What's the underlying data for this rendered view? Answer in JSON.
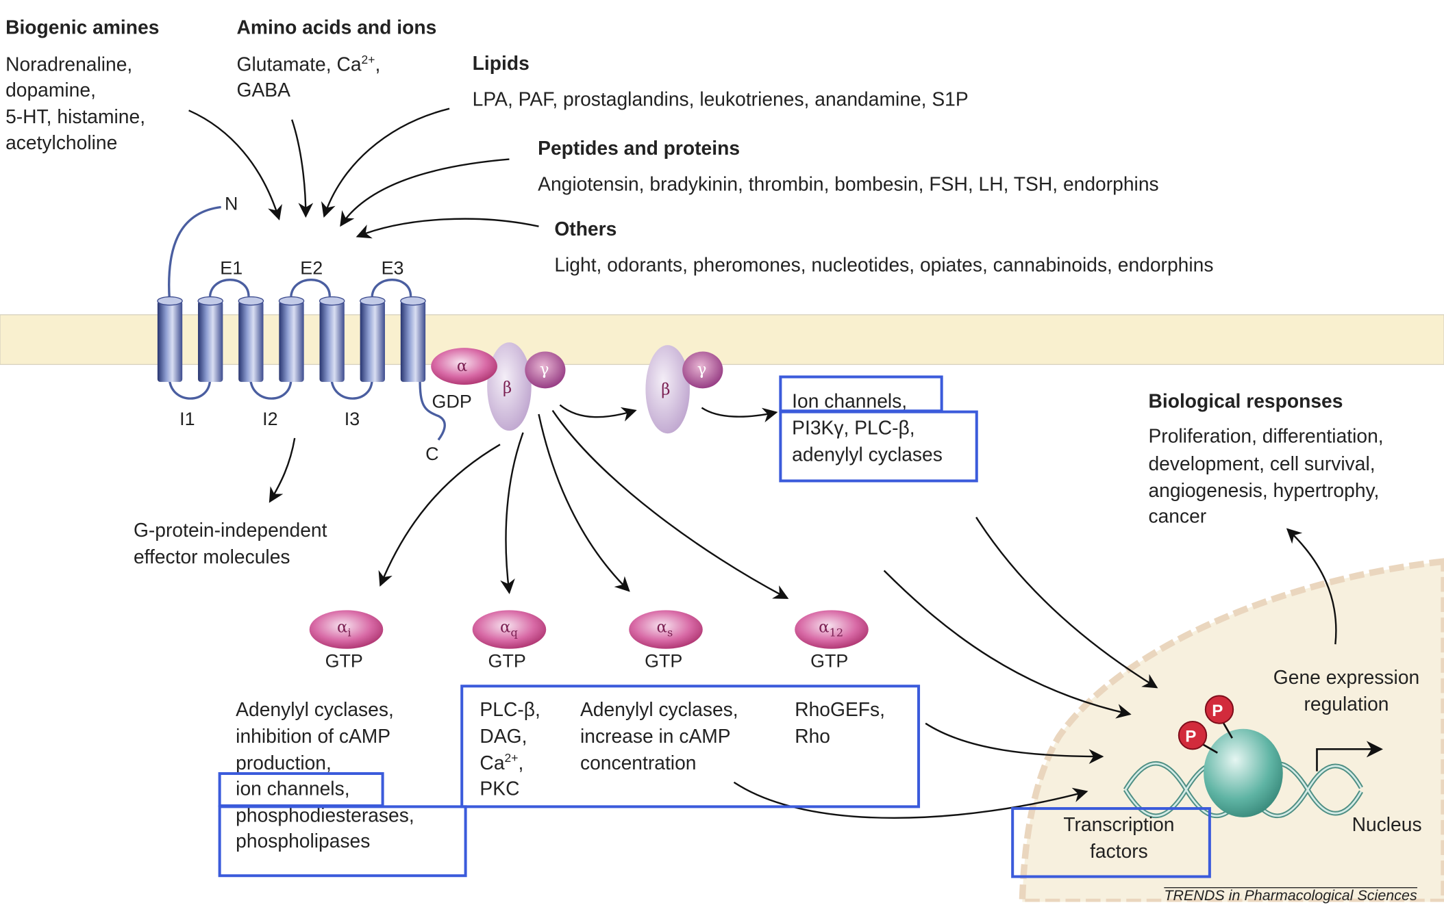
{
  "categories": {
    "biogenic_amines": {
      "title": "Biogenic amines",
      "lines": [
        "Noradrenaline,",
        "dopamine,",
        "5-HT, histamine,",
        "acetylcholine"
      ]
    },
    "amino_acids": {
      "title": "Amino acids and ions",
      "line1_a": "Glutamate, Ca",
      "line1_sup": "2+",
      "line1_b": ",",
      "line2": "GABA"
    },
    "lipids": {
      "title": "Lipids",
      "text": "LPA, PAF, prostaglandins, leukotrienes, anandamine, S1P"
    },
    "peptides": {
      "title": "Peptides and proteins",
      "text": "Angiotensin, bradykinin, thrombin, bombesin, FSH, LH, TSH, endorphins"
    },
    "others": {
      "title": "Others",
      "text": "Light, odorants, pheromones, nucleotides, opiates, cannabinoids, endorphins"
    }
  },
  "receptor": {
    "n_term": "N",
    "c_term": "C",
    "extracellular_loops": [
      "E1",
      "E2",
      "E3"
    ],
    "intracellular_loops": [
      "I1",
      "I2",
      "I3"
    ]
  },
  "g_protein": {
    "alpha": "α",
    "beta": "β",
    "gamma": "γ",
    "gdp": "GDP"
  },
  "independent_effectors": [
    "G-protein-independent",
    "effector molecules"
  ],
  "beta_gamma_effectors": [
    "Ion channels,",
    "PI3Kγ, PLC-β,",
    "adenylyl cyclases"
  ],
  "alpha_subunits": [
    {
      "symbol": "α",
      "subscript": "i",
      "gtp": "GTP"
    },
    {
      "symbol": "α",
      "subscript": "q",
      "gtp": "GTP"
    },
    {
      "symbol": "α",
      "subscript": "s",
      "gtp": "GTP"
    },
    {
      "symbol": "α",
      "subscript": "12",
      "gtp": "GTP"
    }
  ],
  "effectors": {
    "alpha_i": [
      "Adenylyl cyclases,",
      "inhibition of cAMP",
      "production,",
      "ion channels,",
      "phosphodiesterases,",
      "phospholipases"
    ],
    "alpha_q": {
      "l1": "PLC-β,",
      "l2": "DAG,",
      "l3a": "Ca",
      "l3sup": "2+",
      "l3b": ",",
      "l4": "PKC"
    },
    "alpha_s": [
      "Adenylyl cyclases,",
      "increase in cAMP",
      "concentration"
    ],
    "alpha_12": [
      "RhoGEFs,",
      "Rho"
    ]
  },
  "biological_responses": {
    "title": "Biological responses",
    "lines": [
      "Proliferation, differentiation,",
      "development, cell survival,",
      "angiogenesis, hypertrophy,",
      "cancer"
    ]
  },
  "nucleus": {
    "gene_expression": [
      "Gene expression",
      "regulation"
    ],
    "transcription_factors": [
      "Transcription",
      "factors"
    ],
    "label": "Nucleus",
    "phospho": "P"
  },
  "credit": "TRENDS in Pharmacological Sciences",
  "colors": {
    "membrane": "#f9f0cf",
    "receptor": "#4a5ea0",
    "subunit": "#c0397e",
    "beta": "#d7c4e0",
    "nucleus": "#5fb4a4",
    "highlight": "#3b5bdb"
  }
}
